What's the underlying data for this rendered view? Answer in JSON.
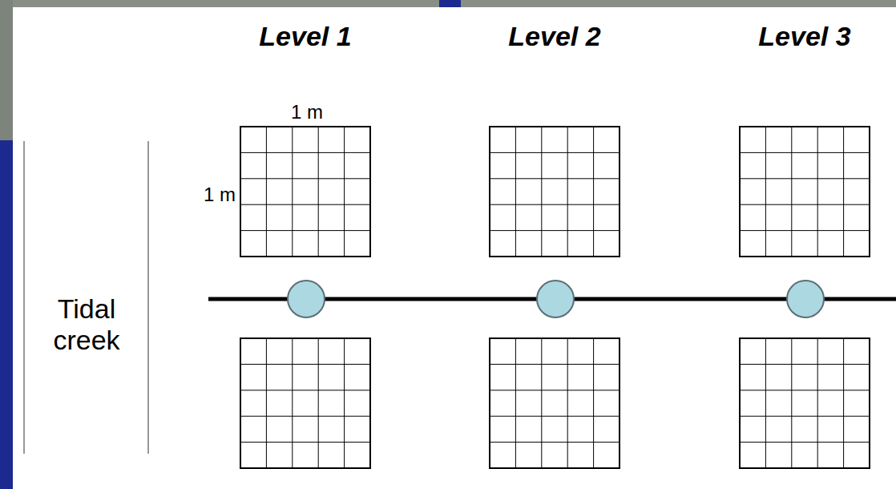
{
  "diagram": {
    "labels": [
      "Level 1",
      "Level 2",
      "Level 3",
      "1 m",
      "1 m",
      "Tidal creek"
    ]
  }
}
